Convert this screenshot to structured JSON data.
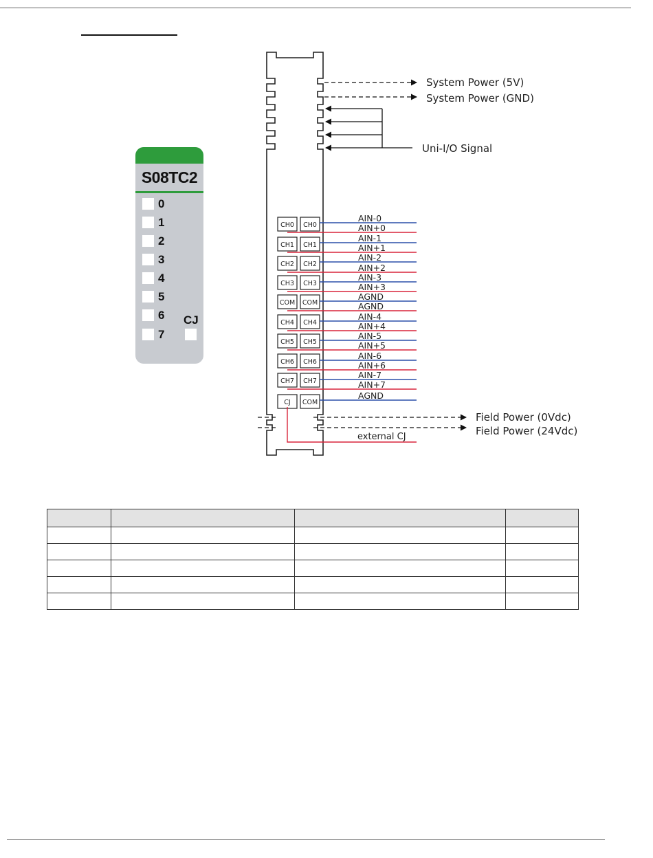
{
  "module": {
    "name": "S08TC2",
    "led_labels": [
      "0",
      "1",
      "2",
      "3",
      "4",
      "5",
      "6",
      "7"
    ],
    "cj_label": "CJ",
    "colors": {
      "header": "#2e9c3c",
      "body": "#c8cbd0",
      "led": "#ffffff"
    }
  },
  "diagram": {
    "system_power_5v": "System Power (5V)",
    "system_power_gnd": "System Power (GND)",
    "uni_io_signal": "Uni-I/O Signal",
    "terminals": [
      {
        "left": "CH0",
        "right": "CH0"
      },
      {
        "left": "CH1",
        "right": "CH1"
      },
      {
        "left": "CH2",
        "right": "CH2"
      },
      {
        "left": "CH3",
        "right": "CH3"
      },
      {
        "left": "COM",
        "right": "COM"
      },
      {
        "left": "CH4",
        "right": "CH4"
      },
      {
        "left": "CH5",
        "right": "CH5"
      },
      {
        "left": "CH6",
        "right": "CH6"
      },
      {
        "left": "CH7",
        "right": "CH7"
      },
      {
        "left": "CJ",
        "right": "COM"
      }
    ],
    "wires": [
      {
        "label": "AIN-0",
        "color": "blue"
      },
      {
        "label": "AIN+0",
        "color": "red"
      },
      {
        "label": "AIN-1",
        "color": "blue"
      },
      {
        "label": "AIN+1",
        "color": "red"
      },
      {
        "label": "AIN-2",
        "color": "blue"
      },
      {
        "label": "AIN+2",
        "color": "red"
      },
      {
        "label": "AIN-3",
        "color": "blue"
      },
      {
        "label": "AIN+3",
        "color": "red"
      },
      {
        "label": "AGND",
        "color": "blue"
      },
      {
        "label": "AGND",
        "color": "red"
      },
      {
        "label": "AIN-4",
        "color": "blue"
      },
      {
        "label": "AIN+4",
        "color": "red"
      },
      {
        "label": "AIN-5",
        "color": "blue"
      },
      {
        "label": "AIN+5",
        "color": "red"
      },
      {
        "label": "AIN-6",
        "color": "blue"
      },
      {
        "label": "AIN+6",
        "color": "red"
      },
      {
        "label": "AIN-7",
        "color": "blue"
      },
      {
        "label": "AIN+7",
        "color": "red"
      },
      {
        "label": "AGND",
        "color": "blue"
      }
    ],
    "field_power_0v": "Field Power (0Vdc)",
    "field_power_24v": "Field Power (24Vdc)",
    "external_cj": "external CJ",
    "colors": {
      "blue": "#2a4fa8",
      "red": "#d8243a"
    }
  },
  "table": {
    "rows": 6,
    "columns": 4
  }
}
